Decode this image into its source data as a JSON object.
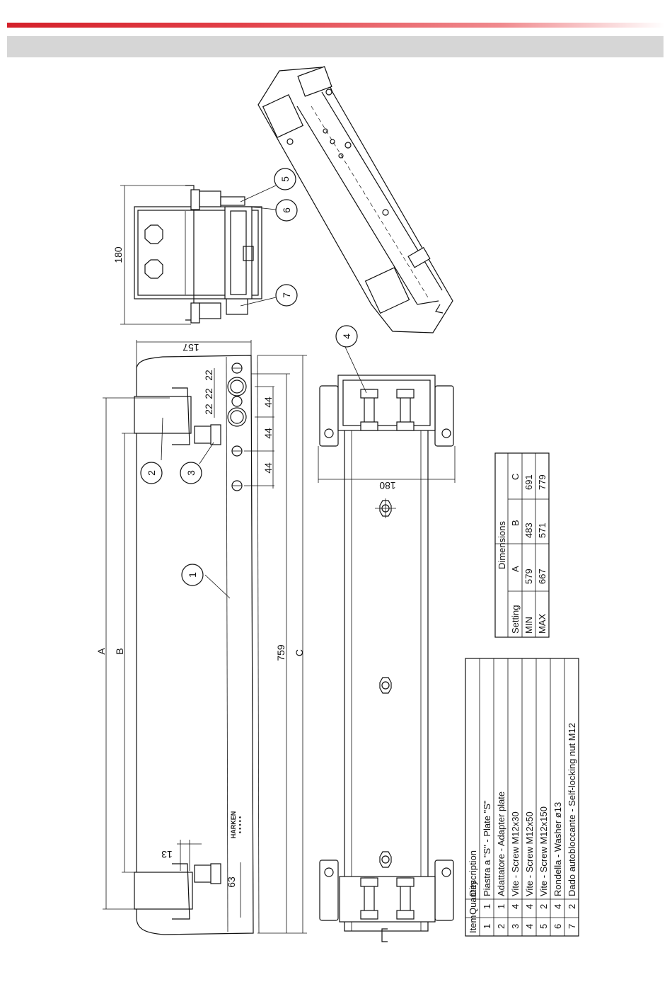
{
  "brand": "HARKEN",
  "dimension_labels": {
    "A": "A",
    "B": "B",
    "C": "C",
    "overall_length": "759",
    "width_side": "180",
    "width_bottom": "180",
    "height_end": "157",
    "spacing_22": "22",
    "spacing_44": "44",
    "offset_13": "13",
    "offset_63": "63"
  },
  "callouts": [
    "1",
    "2",
    "3",
    "4",
    "5",
    "6",
    "7"
  ],
  "dimensions_table": {
    "title": "Dimensions",
    "headers": [
      "Setting",
      "A",
      "B",
      "C"
    ],
    "rows": [
      {
        "setting": "MIN",
        "A": "579",
        "B": "483",
        "C": "691"
      },
      {
        "setting": "MAX",
        "A": "667",
        "B": "571",
        "C": "779"
      }
    ]
  },
  "parts_table": {
    "headers": [
      "Item",
      "Quantity",
      "Description"
    ],
    "rows": [
      {
        "item": "1",
        "qty": "1",
        "desc": "Piastra a \"S\" - Plate \"S\""
      },
      {
        "item": "2",
        "qty": "1",
        "desc": "Adattatore - Adapter plate"
      },
      {
        "item": "3",
        "qty": "4",
        "desc": "Vite - Screw M12x30"
      },
      {
        "item": "4",
        "qty": "4",
        "desc": "Vite - Screw M12x50"
      },
      {
        "item": "5",
        "qty": "2",
        "desc": "Vite - Screw M12x150"
      },
      {
        "item": "6",
        "qty": "4",
        "desc": "Rondella - Washer ø13"
      },
      {
        "item": "7",
        "qty": "2",
        "desc": "Dado autobloccante - Self-locking nut M12"
      }
    ]
  },
  "colors": {
    "accent": "#d4202a",
    "band": "#d6d6d6"
  }
}
